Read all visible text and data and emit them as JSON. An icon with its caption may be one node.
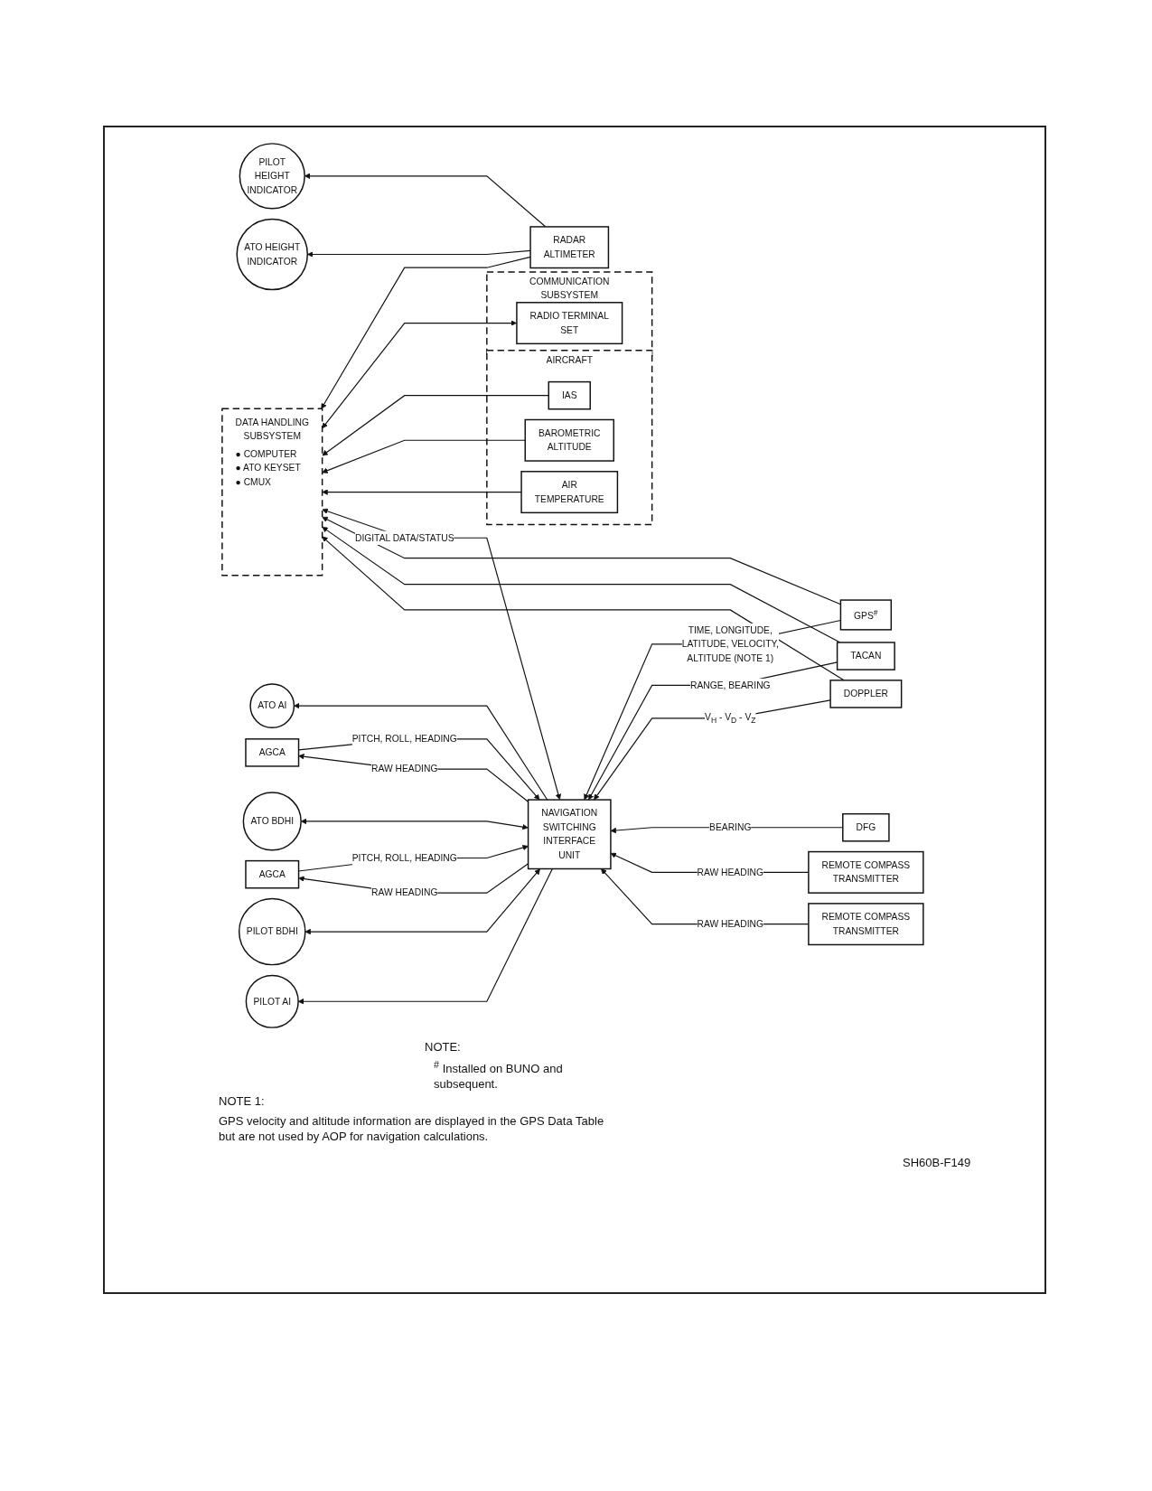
{
  "diagram": {
    "nodes": [
      {
        "text": [
          "NAVIGATION SWITCHING INTERFACE UNIT"
        ]
      },
      {
        "text": [
          "REMOTE COMPASS TRANSMITTER"
        ]
      },
      {
        "text": [
          "AGCA"
        ]
      },
      {
        "text": [
          "AGCA"
        ]
      },
      {
        "text": [
          "REMOTE COMPASS TRANSMITTER"
        ]
      },
      {
        "text": [
          "DFG"
        ]
      },
      {
        "text": [
          "DOPPLER"
        ]
      },
      {
        "text": [
          "TACAN"
        ]
      },
      {
        "text": [
          "GPS$^{#}$"
        ]
      },
      {
        "text": [
          "ATO AI"
        ]
      },
      {
        "text": [
          "ATO BDHI"
        ]
      },
      {
        "text": [
          "PILOT BDHI"
        ]
      },
      {
        "text": [
          "PILOT AI"
        ]
      },
      {
        "text": [
          "DATA HANDLING SUBSYSTEM",
          "● COMPUTER",
          "● ATO KEYSET",
          "● CMUX"
        ]
      },
      {
        "text": [
          "AIRCRAFT"
        ]
      },
      {
        "text": [
          "AIR TEMPERATURE"
        ],
        "in": 14
      },
      {
        "text": [
          "BAROMETRIC ALTITUDE"
        ],
        "in": 14
      },
      {
        "text": [
          "IAS"
        ],
        "in": 14
      },
      {
        "text": [
          "COMMUNICATION SUBSYSTEM"
        ]
      },
      {
        "text": [
          "RADIO TERMINAL SET"
        ],
        "in": 18
      },
      {
        "text": [
          "PILOT HEIGHT INDICATOR"
        ]
      },
      {
        "text": [
          "ATO HEIGHT INDICATOR"
        ]
      },
      {
        "text": [
          "RADAR ALTIMETER"
        ]
      }
    ],
    "edges": [
      {
        "from": 1,
        "to": 0,
        "arrow": "to",
        "label": "RAW HEADING"
      },
      {
        "from": 2,
        "to": 0,
        "arrow": "to",
        "label": "PITCH, ROLL, HEADING"
      },
      {
        "from": 0,
        "to": 2,
        "arrow": "to",
        "label": "RAW HEADING"
      },
      {
        "from": 3,
        "to": 0,
        "arrow": "to",
        "label": "PITCH, ROLL, HEADING"
      },
      {
        "from": 0,
        "to": 3,
        "arrow": "to",
        "label": "RAW HEADING"
      },
      {
        "from": 4,
        "to": 0,
        "arrow": "to",
        "label": "RAW HEADING"
      },
      {
        "from": 5,
        "to": 0,
        "arrow": "to",
        "label": "BEARING"
      },
      {
        "from": 6,
        "to": 0,
        "arrow": "to",
        "label": "V$_{H}$ - V$_{D}$ - V$_{Z}$"
      },
      {
        "from": 6,
        "to": 13,
        "arrow": "to"
      },
      {
        "from": 7,
        "to": 0,
        "arrow": "to",
        "label": "RANGE, BEARING"
      },
      {
        "from": 7,
        "to": 13,
        "arrow": "to"
      },
      {
        "from": 8,
        "to": 0,
        "arrow": "to",
        "label": "TIME, LONGITUDE, LATITUDE, VELOCITY, ALTITUDE (NOTE 1)"
      },
      {
        "from": 8,
        "to": 13,
        "arrow": "to"
      },
      {
        "from": 0,
        "to": 13,
        "arrow": "both",
        "label": "DIGITAL DATA/STATUS"
      },
      {
        "from": 0,
        "to": 9,
        "arrow": "to"
      },
      {
        "from": 0,
        "to": 10,
        "arrow": "both"
      },
      {
        "from": 0,
        "to": 11,
        "arrow": "both"
      },
      {
        "from": 0,
        "to": 12,
        "arrow": "to"
      },
      {
        "from": 15,
        "to": 13,
        "arrow": "to"
      },
      {
        "from": 16,
        "to": 13,
        "arrow": "to"
      },
      {
        "from": 17,
        "to": 13,
        "arrow": "to"
      },
      {
        "from": 19,
        "to": 13,
        "arrow": "both"
      },
      {
        "from": 22,
        "to": 20,
        "arrow": "to"
      },
      {
        "from": 22,
        "to": 21,
        "arrow": "to"
      },
      {
        "from": 22,
        "to": 13,
        "arrow": "to"
      }
    ],
    "labels": [
      "NOTE:",
      "$^{#}$ Installed on BUNO and subsequent.",
      "NOTE 1:",
      "GPS velocity and altitude information are displayed in the GPS Data Table but are not used by AOP for navigation calculations.",
      "SH60B-F149"
    ]
  }
}
